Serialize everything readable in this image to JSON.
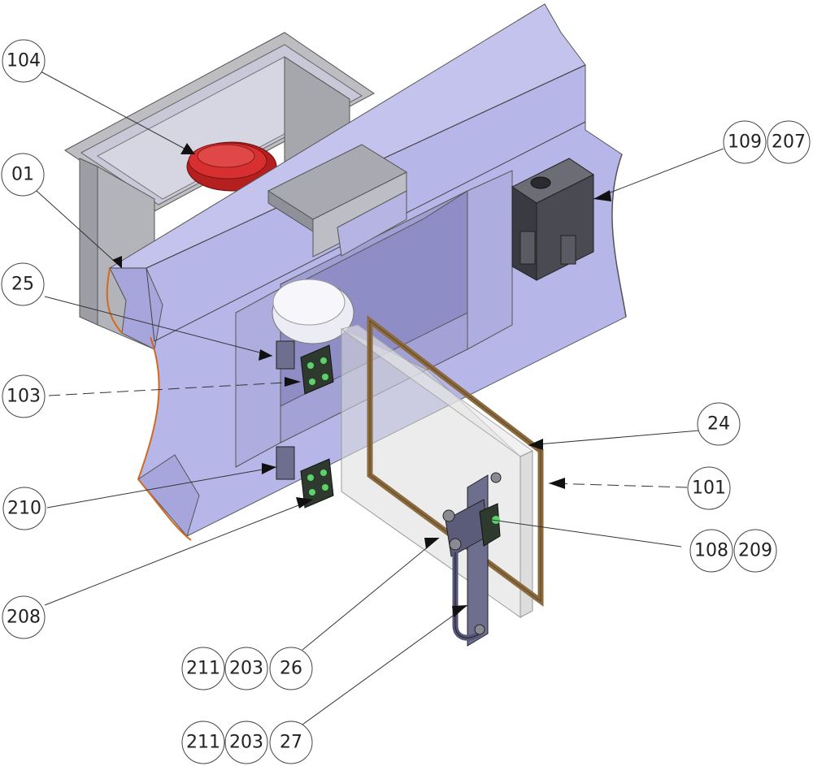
{
  "colors": {
    "housing": "#b7b6e8",
    "housing_dark": "#8e8dc6",
    "frame_grey": "#a8a8ad",
    "pulley_red": "#d12a2a",
    "gasket_brown": "#8b6a3e",
    "glass": "#dcdcdc",
    "bracket_metal": "#6e6f8f",
    "switch_dark": "#4a4a52",
    "edge_orange": "#d2691e",
    "bolt_green": "#5bd36b"
  },
  "balloons": {
    "b104": "104",
    "b01": "01",
    "b25": "25",
    "b103": "103",
    "b210": "210",
    "b208": "208",
    "b109": "109",
    "b207": "207",
    "b24": "24",
    "b101": "101",
    "b108": "108",
    "b209": "209",
    "b211a": "211",
    "b203a": "203",
    "b26": "26",
    "b211b": "211",
    "b203b": "203",
    "b27": "27"
  }
}
